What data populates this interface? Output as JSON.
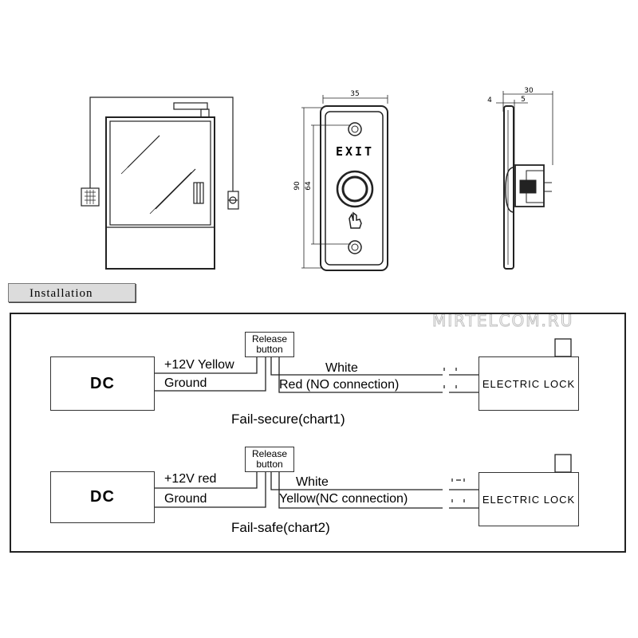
{
  "drawings": {
    "exit_label": "EXIT",
    "front_width": "35",
    "front_height_total": "90",
    "front_height_inner": "64",
    "side_depth_total": "30",
    "side_depth_a": "4",
    "side_depth_b": "5"
  },
  "section": {
    "installation_label": "Installation"
  },
  "watermark": "MIRTELCOM.RU",
  "chart1": {
    "dc_label": "DC",
    "release_label_line1": "Release",
    "release_label_line2": "button",
    "wire_top": "+12V Yellow",
    "wire_bottom": "Ground",
    "wire_white": "White",
    "wire_signal": "Red (NO connection)",
    "lock_label": "ELECTRIC LOCK",
    "caption": "Fail-secure(chart1)"
  },
  "chart2": {
    "dc_label": "DC",
    "release_label_line1": "Release",
    "release_label_line2": "button",
    "wire_top": "+12V red",
    "wire_bottom": "Ground",
    "wire_white": "White",
    "wire_signal": "Yellow(NC connection)",
    "lock_label": "ELECTRIC LOCK",
    "caption": "Fail-safe(chart2)"
  }
}
